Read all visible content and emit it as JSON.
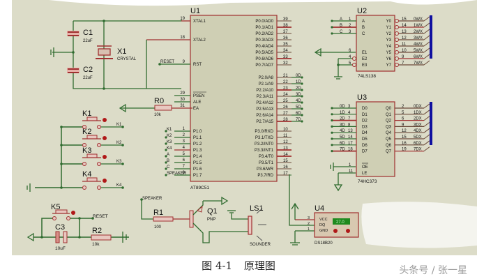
{
  "figure": {
    "caption_number": "图 4-1",
    "caption_title": "原理图",
    "watermark": "头条号 / 张一星"
  },
  "colors": {
    "background": "#dcdcc8",
    "wire": "#2f6b2f",
    "component": "#a03030",
    "chip_fill": "#cfcfb4",
    "bus": "#1010a0",
    "led_display": "#1f8a1f"
  },
  "components": {
    "c1": {
      "ref": "C1",
      "value": "22uF"
    },
    "c2": {
      "ref": "C2",
      "value": "22uF"
    },
    "c3": {
      "ref": "C3",
      "value": "10uF"
    },
    "x1": {
      "ref": "X1",
      "value": "CRYSTAL"
    },
    "r0": {
      "ref": "R0",
      "value": "10k"
    },
    "r1": {
      "ref": "R1",
      "value": "100"
    },
    "r2": {
      "ref": "R2",
      "value": "10k"
    },
    "q1": {
      "ref": "Q1",
      "value": "PNP"
    },
    "ls1": {
      "ref": "LS1",
      "value": "SOUNDER"
    },
    "k1": {
      "ref": "K1",
      "net": "K1"
    },
    "k2": {
      "ref": "K2",
      "net": "K2"
    },
    "k3": {
      "ref": "K3",
      "net": "K3"
    },
    "k4": {
      "ref": "K4",
      "net": "K4"
    },
    "k5": {
      "ref": "K5",
      "net": "RESET"
    },
    "speaker_net": "SPEAKER",
    "reset_net": "RESET"
  },
  "u1": {
    "ref": "U1",
    "part": "AT89C51",
    "left_pins": [
      {
        "num": "19",
        "name": "XTAL1"
      },
      {
        "num": "18",
        "name": "XTAL2"
      },
      {
        "num": "9",
        "name": "RST",
        "net": "RESET"
      },
      {
        "num": "29",
        "name": "PSEN"
      },
      {
        "num": "30",
        "name": "ALE"
      },
      {
        "num": "31",
        "name": "EA"
      },
      {
        "num": "1",
        "name": "P1.0",
        "net": "K1"
      },
      {
        "num": "2",
        "name": "P1.1",
        "net": "K2"
      },
      {
        "num": "3",
        "name": "P1.2",
        "net": "K3"
      },
      {
        "num": "4",
        "name": "P1.3",
        "net": "K4"
      },
      {
        "num": "5",
        "name": "P1.4",
        "net": "A"
      },
      {
        "num": "6",
        "name": "P1.5",
        "net": "B"
      },
      {
        "num": "7",
        "name": "P1.6",
        "net": "C"
      },
      {
        "num": "8",
        "name": "P1.7",
        "net": "SPEAKER"
      }
    ],
    "p0_pins": [
      {
        "num": "39",
        "name": "P0.0/AD0"
      },
      {
        "num": "38",
        "name": "P0.1/AD1"
      },
      {
        "num": "37",
        "name": "P0.2/AD2"
      },
      {
        "num": "36",
        "name": "P0.3/AD3"
      },
      {
        "num": "35",
        "name": "P0.4/AD4"
      },
      {
        "num": "34",
        "name": "P0.5/AD5"
      },
      {
        "num": "33",
        "name": "P0.6/AD6"
      },
      {
        "num": "32",
        "name": "P0.7/AD7"
      }
    ],
    "p2_pins": [
      {
        "num": "21",
        "name": "P2.0/A8",
        "net": "0D"
      },
      {
        "num": "22",
        "name": "P2.1/A9",
        "net": "1D"
      },
      {
        "num": "23",
        "name": "P2.2/A10",
        "net": "2D"
      },
      {
        "num": "24",
        "name": "P2.3/A11",
        "net": "3D"
      },
      {
        "num": "25",
        "name": "P2.4/A12",
        "net": "4D"
      },
      {
        "num": "26",
        "name": "P2.5/A13",
        "net": "5D"
      },
      {
        "num": "27",
        "name": "P2.6/A14",
        "net": "6D"
      },
      {
        "num": "28",
        "name": "P2.7/A15",
        "net": "7D"
      }
    ],
    "p3_pins": [
      {
        "num": "10",
        "name": "P3.0/RXD"
      },
      {
        "num": "11",
        "name": "P3.1/TXD"
      },
      {
        "num": "12",
        "name": "P3.2/INT0"
      },
      {
        "num": "13",
        "name": "P3.3/INT1"
      },
      {
        "num": "14",
        "name": "P3.4/T0"
      },
      {
        "num": "15",
        "name": "P3.5/T1"
      },
      {
        "num": "16",
        "name": "P3.6/WR"
      },
      {
        "num": "17",
        "name": "P3.7/RD"
      }
    ]
  },
  "u2": {
    "ref": "U2",
    "part": "74LS138",
    "inputs": [
      {
        "num": "1",
        "name": "A",
        "net": "A"
      },
      {
        "num": "2",
        "name": "B",
        "net": "B"
      },
      {
        "num": "3",
        "name": "C",
        "net": "C"
      }
    ],
    "enables": [
      {
        "num": "6",
        "name": "E1"
      },
      {
        "num": "4",
        "name": "E2"
      },
      {
        "num": "5",
        "name": "E3"
      }
    ],
    "outputs": [
      {
        "num": "15",
        "name": "Y0",
        "net": "0WX"
      },
      {
        "num": "14",
        "name": "Y1",
        "net": "1WX"
      },
      {
        "num": "13",
        "name": "Y2",
        "net": "2WX"
      },
      {
        "num": "12",
        "name": "Y3",
        "net": "3WX"
      },
      {
        "num": "11",
        "name": "Y4",
        "net": "4WX"
      },
      {
        "num": "10",
        "name": "Y5",
        "net": "5WX"
      },
      {
        "num": "9",
        "name": "Y6",
        "net": "6WX"
      },
      {
        "num": "7",
        "name": "Y7",
        "net": "7WX"
      }
    ]
  },
  "u3": {
    "ref": "U3",
    "part": "74HC373",
    "inputs": [
      {
        "num": "3",
        "name": "D0",
        "net": "0D"
      },
      {
        "num": "4",
        "name": "D1",
        "net": "1D"
      },
      {
        "num": "7",
        "name": "D2",
        "net": "2D"
      },
      {
        "num": "8",
        "name": "D3",
        "net": "3D"
      },
      {
        "num": "13",
        "name": "D4",
        "net": "4D"
      },
      {
        "num": "14",
        "name": "D5",
        "net": "5D"
      },
      {
        "num": "17",
        "name": "D6",
        "net": "6D"
      },
      {
        "num": "18",
        "name": "D7",
        "net": "7D"
      }
    ],
    "controls": [
      {
        "num": "1",
        "name": "OE"
      },
      {
        "num": "11",
        "name": "LE"
      }
    ],
    "outputs": [
      {
        "num": "2",
        "name": "Q0",
        "net": "0DX"
      },
      {
        "num": "5",
        "name": "Q1",
        "net": "1DX"
      },
      {
        "num": "6",
        "name": "Q2",
        "net": "2DX"
      },
      {
        "num": "9",
        "name": "Q3",
        "net": "3DX"
      },
      {
        "num": "12",
        "name": "Q4",
        "net": "4DX"
      },
      {
        "num": "15",
        "name": "Q5",
        "net": "5DX"
      },
      {
        "num": "16",
        "name": "Q6",
        "net": "6DX"
      },
      {
        "num": "19",
        "name": "Q7",
        "net": "7DX"
      }
    ]
  },
  "u4": {
    "ref": "U4",
    "part": "DS18B20",
    "display": "27.0",
    "pins": [
      {
        "num": "3",
        "name": "VCC"
      },
      {
        "num": "2",
        "name": "DQ"
      },
      {
        "num": "1",
        "name": "GND"
      }
    ]
  }
}
